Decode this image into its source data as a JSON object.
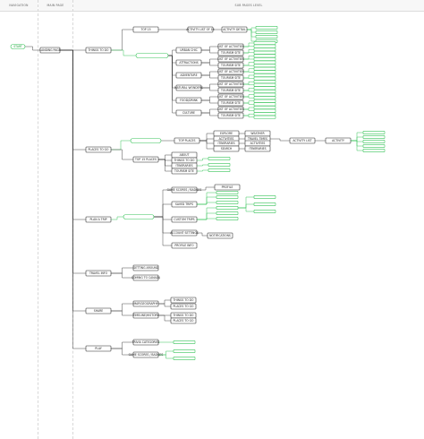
{
  "columns": [
    {
      "id": "navigation",
      "label": "NAVIGATION"
    },
    {
      "id": "main_page",
      "label": "MAIN PAGE"
    },
    {
      "id": "sub_pages",
      "label": "SUB PAGES LEVEL"
    }
  ],
  "colors": {
    "stroke": "#222222",
    "accent": "#39c45a",
    "accent_text": "#1f9d3a",
    "line": "#333333"
  },
  "note": "",
  "nodes": [
    {
      "id": "start",
      "label": "START",
      "style": "green-pill"
    },
    {
      "id": "landing",
      "label": "LANDING PAGE",
      "style": "box"
    },
    {
      "id": "things",
      "label": "THINGS TO DO",
      "style": "box"
    },
    {
      "id": "places",
      "label": "PLACES TO GO",
      "style": "box"
    },
    {
      "id": "plan",
      "label": "PLAN A TRIP",
      "style": "box"
    },
    {
      "id": "travel",
      "label": "TRAVEL INFO",
      "style": "box"
    },
    {
      "id": "share",
      "label": "SHARE",
      "style": "box"
    },
    {
      "id": "play",
      "label": "PLAY",
      "style": "box"
    },
    {
      "id": "top15",
      "label": "TOP 15",
      "style": "box"
    },
    {
      "id": "search_cats",
      "label": "",
      "style": "green-pill"
    },
    {
      "id": "act_list",
      "label": "ACTIVITY LIST OF 15",
      "style": "box"
    },
    {
      "id": "act_detail",
      "label": "ACTIVITY DETAIL",
      "style": "box"
    },
    {
      "id": "g1",
      "label": "",
      "style": "green"
    },
    {
      "id": "g2",
      "label": "",
      "style": "green"
    },
    {
      "id": "g3",
      "label": "",
      "style": "green"
    },
    {
      "id": "g4",
      "label": "",
      "style": "green"
    },
    {
      "id": "urbanc",
      "label": "URBAN CHIC",
      "style": "box"
    },
    {
      "id": "attractions",
      "label": "ATTRACTIONS",
      "style": "box"
    },
    {
      "id": "adventure",
      "label": "ADVENTURE",
      "style": "box"
    },
    {
      "id": "natural",
      "label": "NATURAL WONDERS",
      "style": "box"
    },
    {
      "id": "food",
      "label": "FOOD/DRINK",
      "style": "box"
    },
    {
      "id": "culture",
      "label": "CULTURE",
      "style": "box"
    },
    {
      "id": "loa1",
      "label": "LIST OF ACTIVITIES",
      "style": "box"
    },
    {
      "id": "ts1",
      "label": "TOURISM SITE",
      "style": "box"
    },
    {
      "id": "loa2",
      "label": "LIST OF ACTIVITIES",
      "style": "box"
    },
    {
      "id": "ts2",
      "label": "TOURISM SITE",
      "style": "box"
    },
    {
      "id": "loa3",
      "label": "LIST OF ACTIVITIES",
      "style": "box"
    },
    {
      "id": "ts3",
      "label": "TOURISM SITE",
      "style": "box"
    },
    {
      "id": "loa4",
      "label": "LIST OF ACTIVITIES",
      "style": "box"
    },
    {
      "id": "ts4",
      "label": "TOURISM SITE",
      "style": "box"
    },
    {
      "id": "loa5",
      "label": "LIST OF ACTIVITIES",
      "style": "box"
    },
    {
      "id": "ts5",
      "label": "TOURISM SITE",
      "style": "box"
    },
    {
      "id": "loa6",
      "label": "LIST OF ACTIVITIES",
      "style": "box"
    },
    {
      "id": "ts6",
      "label": "TOURISM SITE",
      "style": "box"
    },
    {
      "id": "gb1",
      "label": "",
      "style": "green"
    },
    {
      "id": "gb2",
      "label": "",
      "style": "green"
    },
    {
      "id": "gb3",
      "label": "",
      "style": "green"
    },
    {
      "id": "gb4",
      "label": "",
      "style": "green"
    },
    {
      "id": "gb5",
      "label": "",
      "style": "green"
    },
    {
      "id": "gb6",
      "label": "",
      "style": "green"
    },
    {
      "id": "gb7",
      "label": "",
      "style": "green"
    },
    {
      "id": "gb8",
      "label": "",
      "style": "green"
    },
    {
      "id": "gb9",
      "label": "",
      "style": "green"
    },
    {
      "id": "gb10",
      "label": "",
      "style": "green"
    },
    {
      "id": "gb11",
      "label": "",
      "style": "green"
    },
    {
      "id": "gb12",
      "label": "",
      "style": "green"
    },
    {
      "id": "gb13",
      "label": "",
      "style": "green"
    },
    {
      "id": "gb14",
      "label": "",
      "style": "green"
    },
    {
      "id": "gb15",
      "label": "",
      "style": "green"
    },
    {
      "id": "gb16",
      "label": "",
      "style": "green"
    },
    {
      "id": "gb17",
      "label": "",
      "style": "green"
    },
    {
      "id": "gb18",
      "label": "",
      "style": "green"
    },
    {
      "id": "gb19",
      "label": "",
      "style": "green"
    },
    {
      "id": "gb20",
      "label": "",
      "style": "green"
    },
    {
      "id": "gb21",
      "label": "",
      "style": "green"
    },
    {
      "id": "gb22",
      "label": "",
      "style": "green"
    },
    {
      "id": "gb23",
      "label": "",
      "style": "green"
    },
    {
      "id": "gb24",
      "label": "",
      "style": "green"
    },
    {
      "id": "search_pl",
      "label": "",
      "style": "green-pill"
    },
    {
      "id": "top_places",
      "label": "TOP PLACES",
      "style": "box"
    },
    {
      "id": "explore",
      "label": "EXPLORE",
      "style": "box"
    },
    {
      "id": "activities1",
      "label": "ACTIVITIES",
      "style": "box"
    },
    {
      "id": "itin1",
      "label": "ITINERARIES",
      "style": "box"
    },
    {
      "id": "search1",
      "label": "SEARCH",
      "style": "box"
    },
    {
      "id": "weather",
      "label": "WEATHER",
      "style": "box"
    },
    {
      "id": "traveltimes",
      "label": "TRAVEL TIMES",
      "style": "box"
    },
    {
      "id": "activities2",
      "label": "ACTIVITIES",
      "style": "box"
    },
    {
      "id": "itin2",
      "label": "ITINERARIES",
      "style": "box"
    },
    {
      "id": "act_list2",
      "label": "ACTIVITY LIST",
      "style": "box"
    },
    {
      "id": "activity",
      "label": "ACTIVITY",
      "style": "box"
    },
    {
      "id": "gr1",
      "label": "",
      "style": "green"
    },
    {
      "id": "gr2",
      "label": "",
      "style": "green"
    },
    {
      "id": "gr3",
      "label": "",
      "style": "green"
    },
    {
      "id": "gr4",
      "label": "",
      "style": "green"
    },
    {
      "id": "gr5",
      "label": "",
      "style": "green"
    },
    {
      "id": "top15pl",
      "label": "TOP 15 PLACES",
      "style": "box"
    },
    {
      "id": "about",
      "label": "ABOUT",
      "style": "box"
    },
    {
      "id": "thingsdo2",
      "label": "THINGS TO DO",
      "style": "box"
    },
    {
      "id": "itin3",
      "label": "ITINERARIES",
      "style": "box"
    },
    {
      "id": "ts7",
      "label": "TOURISM SITE",
      "style": "box"
    },
    {
      "id": "gt1",
      "label": "",
      "style": "green"
    },
    {
      "id": "gt2",
      "label": "",
      "style": "green"
    },
    {
      "id": "gt3",
      "label": "",
      "style": "green"
    },
    {
      "id": "search_plan",
      "label": "",
      "style": "green-pill"
    },
    {
      "id": "game",
      "label": "GAME SCORES / BADGES",
      "style": "box"
    },
    {
      "id": "profile",
      "label": "PROFILE",
      "style": "box"
    },
    {
      "id": "saved",
      "label": "SAVED TRIPS",
      "style": "box"
    },
    {
      "id": "custom",
      "label": "CUSTOM TRIPS",
      "style": "box"
    },
    {
      "id": "account",
      "label": "ACCOUNT SETTINGS",
      "style": "box"
    },
    {
      "id": "profile_info",
      "label": "PROFILE INFO",
      "style": "box"
    },
    {
      "id": "notifications",
      "label": "NOTIFICATIONS",
      "style": "box"
    },
    {
      "id": "gp1",
      "label": "",
      "style": "green"
    },
    {
      "id": "gp2",
      "label": "",
      "style": "green"
    },
    {
      "id": "gp3",
      "label": "",
      "style": "green"
    },
    {
      "id": "gp4",
      "label": "",
      "style": "green"
    },
    {
      "id": "gp5",
      "label": "",
      "style": "green"
    },
    {
      "id": "gp6",
      "label": "",
      "style": "green"
    },
    {
      "id": "gp7",
      "label": "",
      "style": "green"
    },
    {
      "id": "gp8",
      "label": "",
      "style": "green"
    },
    {
      "id": "gp9",
      "label": "",
      "style": "green"
    },
    {
      "id": "getting",
      "label": "GETTING AROUND",
      "style": "box"
    },
    {
      "id": "coming",
      "label": "COMING TO CANADA",
      "style": "box"
    },
    {
      "id": "map",
      "label": "MAP/GEOGRAPHY",
      "style": "box"
    },
    {
      "id": "timeline",
      "label": "TIMELINE/HISTORY",
      "style": "box"
    },
    {
      "id": "tt1",
      "label": "THINGS TO DO",
      "style": "box"
    },
    {
      "id": "pg1",
      "label": "PLACES TO GO",
      "style": "box"
    },
    {
      "id": "tt2",
      "label": "THINGS TO DO",
      "style": "box"
    },
    {
      "id": "pg2",
      "label": "PLACES TO GO",
      "style": "box"
    },
    {
      "id": "trivia",
      "label": "TRIVIA CATEGORIES",
      "style": "box"
    },
    {
      "id": "game2",
      "label": "GAME SCORES / BADGES",
      "style": "box"
    },
    {
      "id": "gq1",
      "label": "",
      "style": "green"
    },
    {
      "id": "gq2",
      "label": "",
      "style": "green"
    },
    {
      "id": "gq3",
      "label": "",
      "style": "green"
    }
  ]
}
